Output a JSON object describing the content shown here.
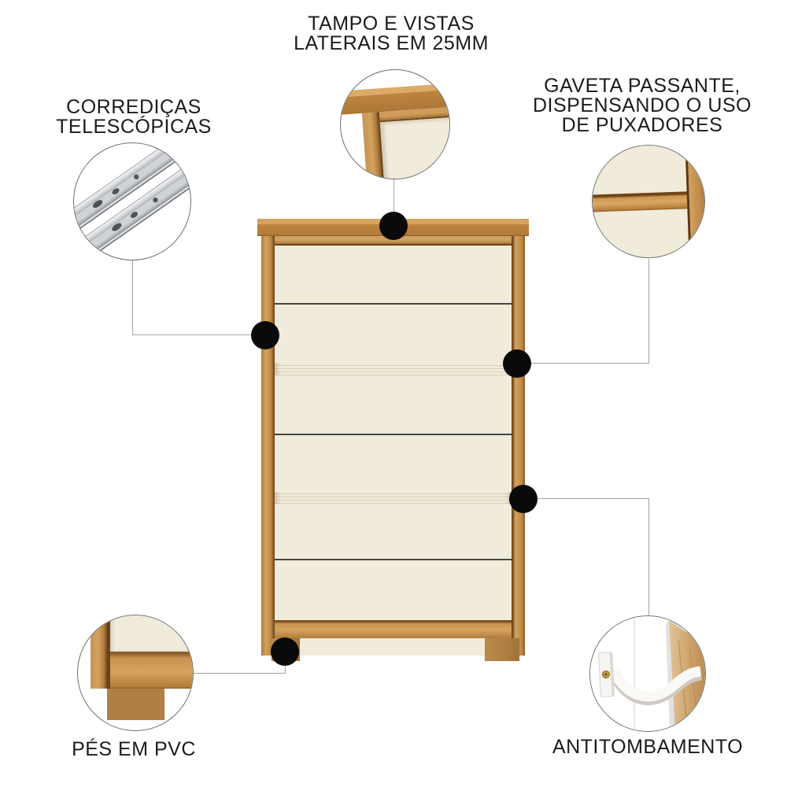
{
  "figure": {
    "kind": "furniture-feature-infographic",
    "background": "#ffffff"
  },
  "colors": {
    "wood_main": "#bc853f",
    "wood_light": "#d7a560",
    "wood_dark": "#6f4418",
    "drawer_cream": "#f0ebda",
    "foot_pvc": "#b17f41",
    "callout_dot": "#0a0a0a",
    "connector_line": "#a3a3a3",
    "text": "#1b1b1b",
    "slide_metal": "#c3c6cb",
    "strap_white": "#faf9f6",
    "screw_gold": "#c29b3a"
  },
  "callouts": [
    {
      "id": "tampo",
      "lines": [
        "TAMPO E VISTAS",
        "LATERAIS EM 25MM"
      ]
    },
    {
      "id": "corredicas",
      "lines": [
        "CORREDIÇAS",
        "TELESCÓPICAS"
      ]
    },
    {
      "id": "gaveta",
      "lines": [
        "GAVETA PASSANTE,",
        "DISPENSANDO O USO",
        "DE PUXADORES"
      ]
    },
    {
      "id": "pes",
      "lines": [
        "PÉS EM PVC"
      ]
    },
    {
      "id": "antitombamento",
      "lines": [
        "ANTITOMBAMENTO"
      ]
    }
  ]
}
